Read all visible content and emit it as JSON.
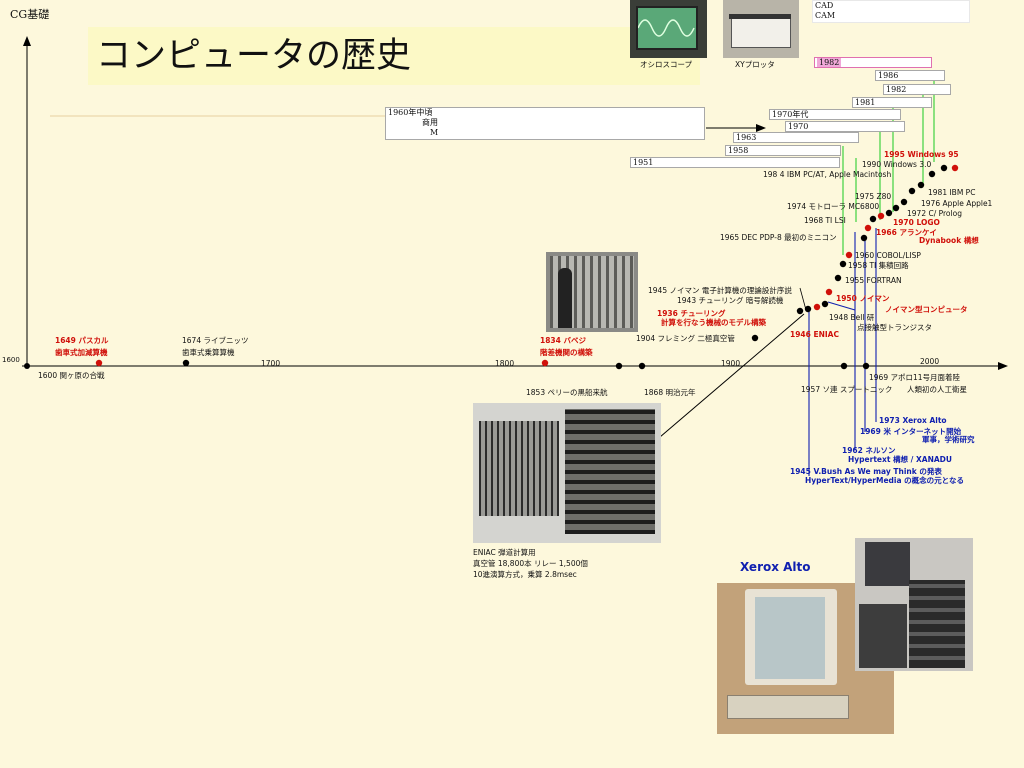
{
  "header": {
    "course_label": "CG基礎",
    "title": "コンピュータの歴史"
  },
  "photos": {
    "oscilloscope": "オシロスコープ",
    "xy_plotter": "XYプロッタ",
    "xerox_alto": "Xerox Alto"
  },
  "top_boxes": {
    "cad": "CAD",
    "cam": "CAM",
    "y1982_pink": "1982",
    "y1986": "1986",
    "y1982": "1982",
    "y1981": "1981",
    "y1970s": "1970年代",
    "y1970": "1970",
    "y1963": "1963",
    "y1958": "1958",
    "y1951": "1951",
    "mid1960s": "1960年中頃",
    "mid1960s_line2": "商用",
    "mid1960s_line3": "M"
  },
  "axis": {
    "ticks": {
      "t1600": "1600",
      "t1700": "1700",
      "t1800": "1800",
      "t1900": "1900",
      "t2000": "2000"
    }
  },
  "events_above": {
    "pascal_year": "1649 パスカル",
    "pascal_desc": "歯車式加減算機",
    "leibniz_year": "1674 ライブニッツ",
    "leibniz_desc": "歯車式乗算算機",
    "babbage_year": "1834 バベジ",
    "babbage_desc": "階差機関の構築",
    "fleming": "1904 フレミング 二極真空管",
    "turing1936": "1936 チューリング",
    "turing1936_desc": "計算を行なう機械のモデル構築",
    "eniac": "1946 ENIAC",
    "neumann1945": "1945 ノイマン 電子計算機の理論設計序説",
    "turing1943": "1943 チューリング 暗号解読機",
    "neumann1950": "1950 ノイマン",
    "neumann1950_desc": "ノイマン型コンピュータ",
    "bell1948": "1948 Bell 研",
    "bell1948_desc": "点接触型トランジスタ",
    "fortran": "1955 FORTRAN",
    "ic1958": "1958 TI 集積回路",
    "cobol": "1960 COBOL/LISP",
    "pdp8": "1965 DEC PDP-8 最初のミニコン",
    "kay1966": "1966 アランケイ",
    "dynabook": "Dynabook 構想",
    "ti_lsi": "1968 TI LSI",
    "logo": "1970 LOGO",
    "prolog": "1972 C/ Prolog",
    "mc6800": "1974 モトローラ MC6800",
    "z80": "1975 Z80",
    "apple1": "1976 Apple Apple1",
    "ibmpc": "1981 IBM PC",
    "mac": "198 4 IBM PC/AT, Apple Macintosh",
    "win30": "1990 Windows 3.0",
    "win95": "1995 Windows 95"
  },
  "events_below": {
    "sekigahara": "1600 関ヶ原の合戦",
    "perry": "1853 ペリーの黒船来航",
    "meiji": "1868 明治元年",
    "sputnik": "1957 ソ連 スプートニック",
    "sputnik_desc": "人類初の人工衛星",
    "apollo": "1969 アポロ11号月面着陸",
    "alto1973": "1973 Xerox Alto",
    "arpanet1969": "1969 米 インターネット開始",
    "arpanet_desc": "軍事，学術研究",
    "nelson1962": "1962 ネルソン",
    "nelson_desc": "Hypertext 構想 / XANADU",
    "bush1945": "1945 V.Bush As We may Think の発表",
    "bush_desc": "HyperText/HyperMedia の概念の元となる"
  },
  "eniac_caption": {
    "line1": "ENIAC 弾道計算用",
    "line2": "真空管 18,800本 リレー 1,500個",
    "line3": "10進演算方式，乗算 2.8msec"
  },
  "colors": {
    "background": "#fdf8dc",
    "event_red": "#d0100a",
    "event_blue": "#1020b0",
    "connector_green": "#3fd23f"
  }
}
